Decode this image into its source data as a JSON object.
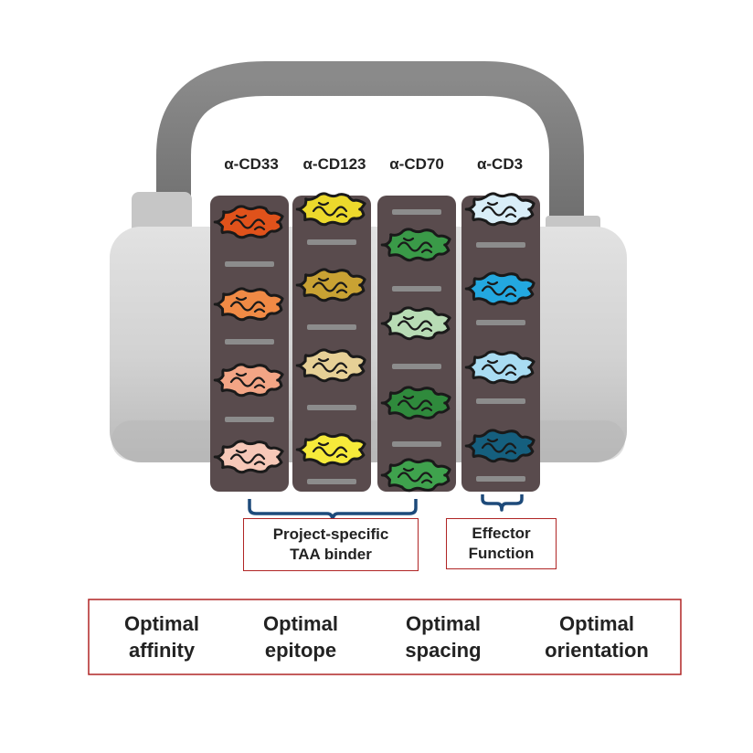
{
  "columns": [
    {
      "label": "α-CD33",
      "colors": [
        "#e0521b",
        "#f08a45",
        "#f3a585",
        "#f6c8b8"
      ]
    },
    {
      "label": "α-CD123",
      "colors": [
        "#ecd92c",
        "#c9a233",
        "#e6d096",
        "#f6ea3a"
      ]
    },
    {
      "label": "α-CD70",
      "colors": [
        "#3a9a48",
        "#b8dcb5",
        "#2f8a3c",
        "#3fa24d"
      ]
    },
    {
      "label": "α-CD3",
      "colors": [
        "#d9eef8",
        "#23a8e0",
        "#a9dcf2",
        "#155f7e"
      ]
    }
  ],
  "boxes": {
    "taa": {
      "line1": "Project-specific",
      "line2": "TAA binder"
    },
    "effector": {
      "line1": "Effector",
      "line2": "Function"
    }
  },
  "optimal": [
    {
      "line1": "Optimal",
      "line2": "affinity"
    },
    {
      "line1": "Optimal",
      "line2": "epitope"
    },
    {
      "line1": "Optimal",
      "line2": "spacing"
    },
    {
      "line1": "Optimal",
      "line2": "orientation"
    }
  ],
  "colors": {
    "bag_body": "#d4d4d4",
    "handle": "#7a7a7a",
    "column_fill": "#594b4d",
    "bracket": "#1d4a7a",
    "box_border": "#b02525"
  }
}
